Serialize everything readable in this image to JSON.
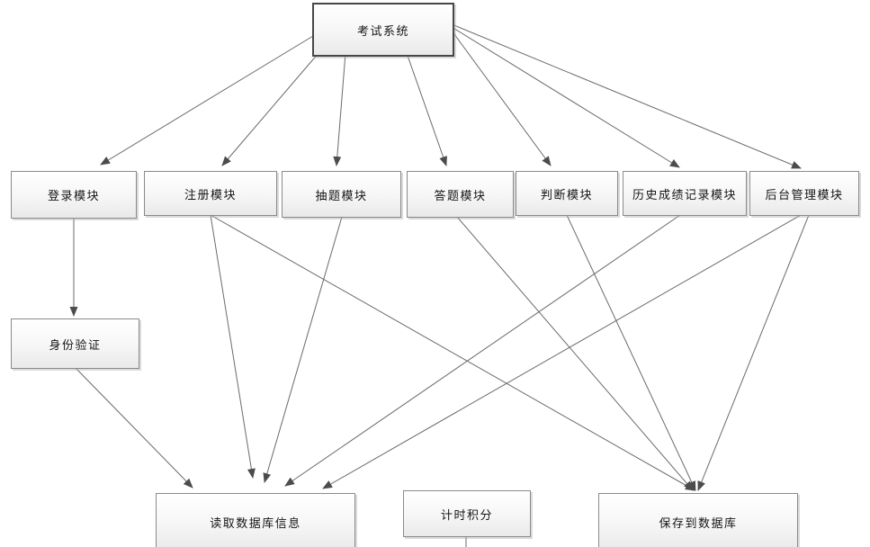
{
  "diagram": {
    "type": "flowchart",
    "language": "zh-CN",
    "nodes": [
      {
        "id": "exam-system",
        "label": "考试系统"
      },
      {
        "id": "login-module",
        "label": "登录模块"
      },
      {
        "id": "register-module",
        "label": "注册模块"
      },
      {
        "id": "draw-question-module",
        "label": "抽题模块"
      },
      {
        "id": "answer-module",
        "label": "答题模块"
      },
      {
        "id": "judge-module",
        "label": "判断模块"
      },
      {
        "id": "history-score-module",
        "label": "历史成绩记录模块"
      },
      {
        "id": "admin-module",
        "label": "后台管理模块"
      },
      {
        "id": "identity-verify",
        "label": "身份验证"
      },
      {
        "id": "read-db",
        "label": "读取数据库信息"
      },
      {
        "id": "timing-score",
        "label": "计时积分"
      },
      {
        "id": "save-db",
        "label": "保存到数据库"
      }
    ],
    "edges": [
      {
        "from": "exam-system",
        "to": "login-module",
        "arrow": true
      },
      {
        "from": "exam-system",
        "to": "register-module",
        "arrow": true
      },
      {
        "from": "exam-system",
        "to": "draw-question-module",
        "arrow": true
      },
      {
        "from": "exam-system",
        "to": "answer-module",
        "arrow": true
      },
      {
        "from": "exam-system",
        "to": "judge-module",
        "arrow": true
      },
      {
        "from": "exam-system",
        "to": "history-score-module",
        "arrow": true
      },
      {
        "from": "exam-system",
        "to": "admin-module",
        "arrow": true
      },
      {
        "from": "login-module",
        "to": "identity-verify",
        "arrow": true
      },
      {
        "from": "identity-verify",
        "to": "read-db",
        "arrow": true
      },
      {
        "from": "register-module",
        "to": "read-db",
        "arrow": true
      },
      {
        "from": "register-module",
        "to": "save-db",
        "arrow": true
      },
      {
        "from": "draw-question-module",
        "to": "read-db",
        "arrow": true
      },
      {
        "from": "answer-module",
        "to": "save-db",
        "arrow": true
      },
      {
        "from": "judge-module",
        "to": "save-db",
        "arrow": true
      },
      {
        "from": "history-score-module",
        "to": "read-db",
        "arrow": true
      },
      {
        "from": "admin-module",
        "to": "read-db",
        "arrow": true
      },
      {
        "from": "admin-module",
        "to": "save-db",
        "arrow": true
      },
      {
        "from": "timing-score",
        "to": "off-screen-bottom",
        "arrow": false
      }
    ],
    "colors": {
      "line": "#6a6a6a",
      "arrowhead": "#4c4c4c",
      "box_border": "#8a8a8a",
      "root_border": "#474747",
      "box_fill_top": "#ffffff",
      "box_fill_bottom": "#e9e9e9",
      "text": "#141414",
      "background": "#ffffff"
    }
  }
}
